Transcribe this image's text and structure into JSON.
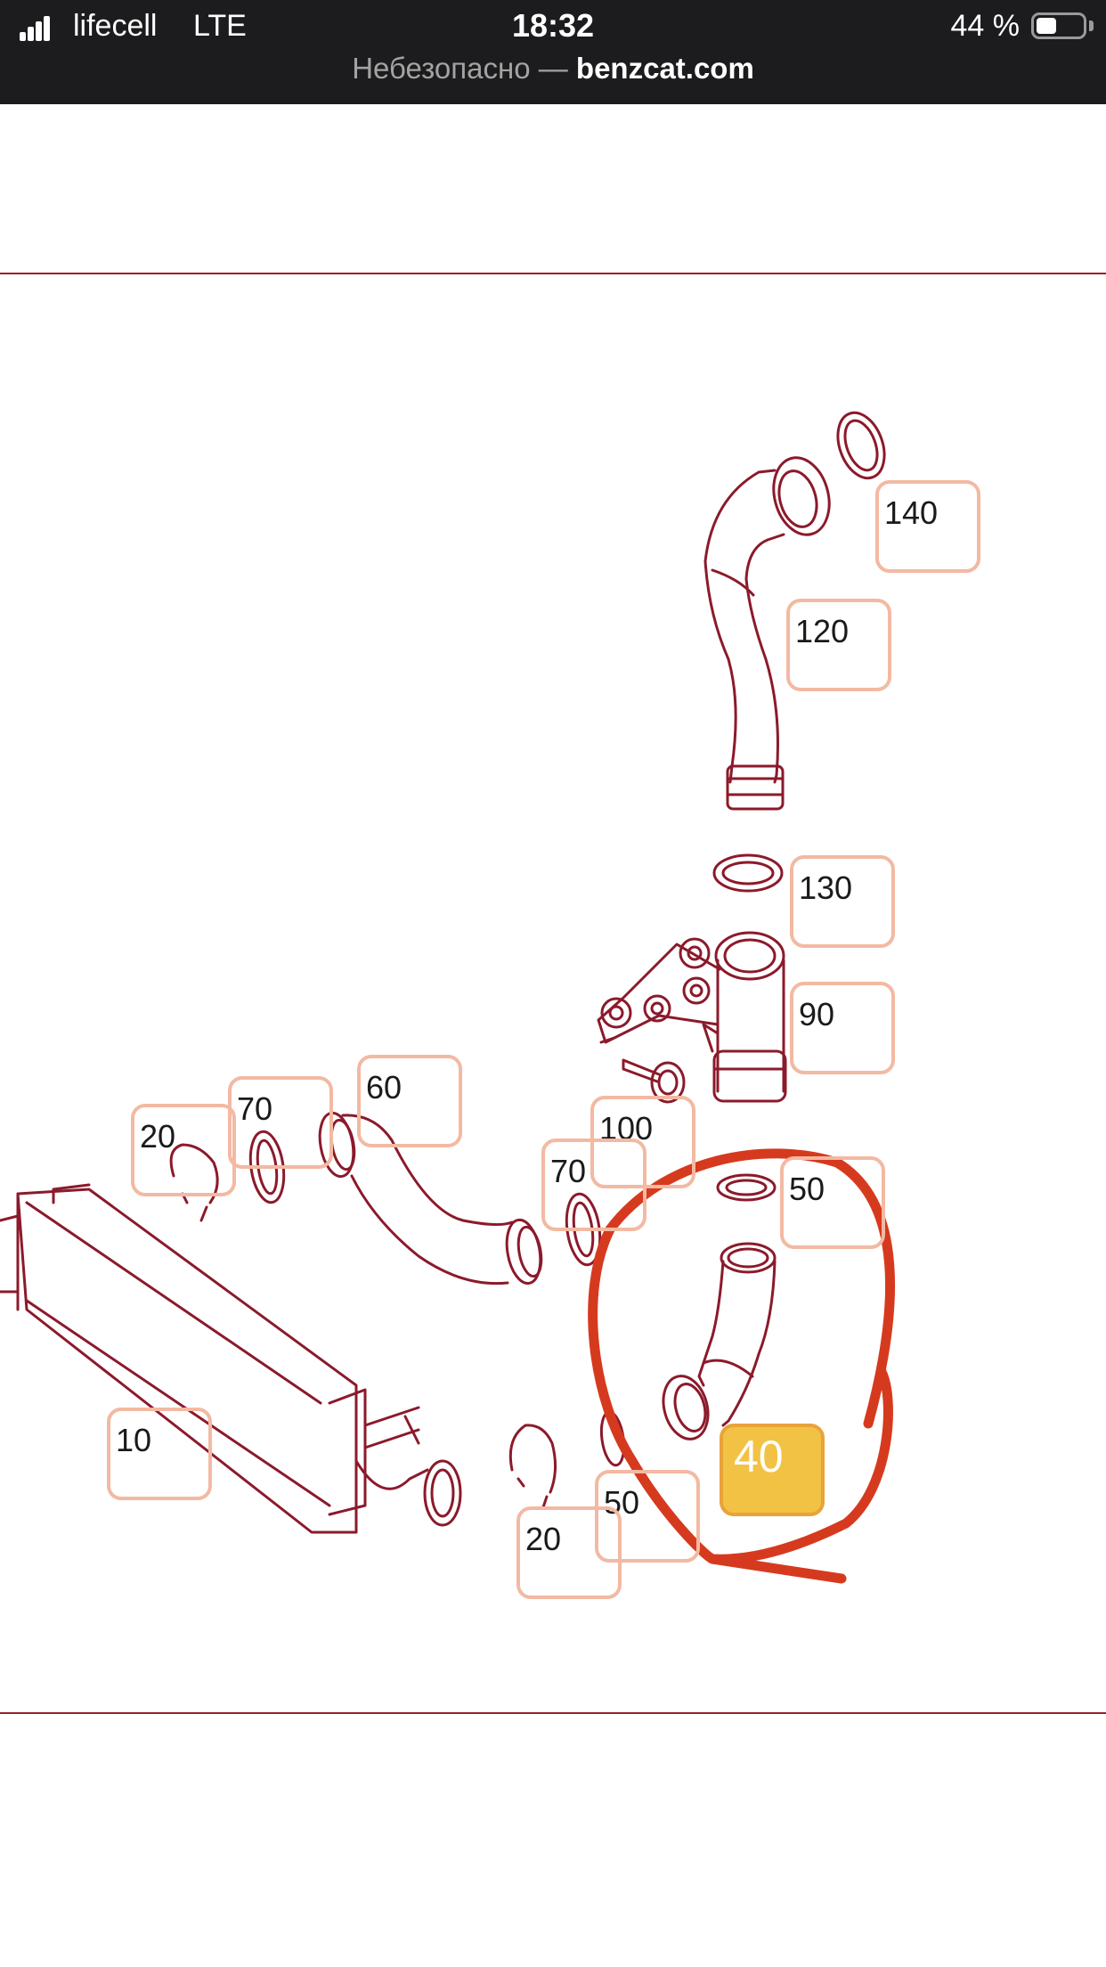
{
  "status_bar": {
    "carrier": "lifecell",
    "network": "LTE",
    "time": "18:32",
    "battery_percent": "44 %",
    "battery_level": 0.44
  },
  "address_bar": {
    "security_text": "Небезопасно —",
    "domain": "benzcat.com"
  },
  "diagram": {
    "line_color": "#8b1a2b",
    "annotation_color": "#d63a1e",
    "callout_border_color": "#f3b9a2",
    "highlight_color": "#f2c244",
    "callouts": [
      {
        "label": "140"
      },
      {
        "label": "120"
      },
      {
        "label": "130"
      },
      {
        "label": "90"
      },
      {
        "label": "60"
      },
      {
        "label": "70"
      },
      {
        "label": "20"
      },
      {
        "label": "100"
      },
      {
        "label": "70"
      },
      {
        "label": "50"
      },
      {
        "label": "10"
      },
      {
        "label": "50"
      },
      {
        "label": "20"
      },
      {
        "label": "40"
      }
    ]
  }
}
